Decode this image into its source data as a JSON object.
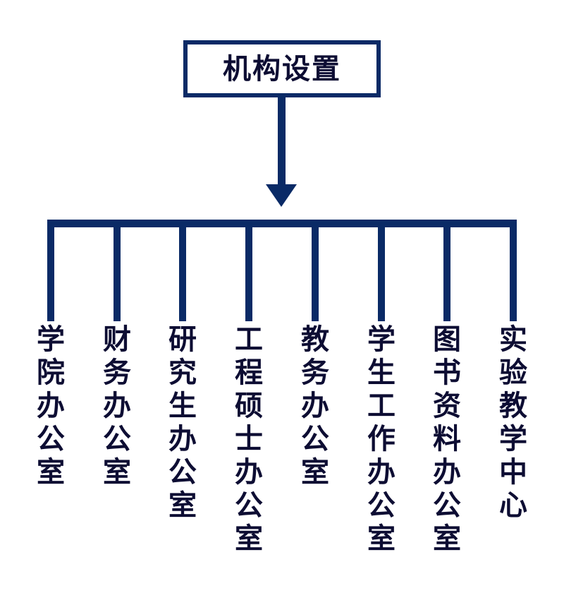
{
  "diagram": {
    "type": "organizational-chart",
    "orientation": "top-down",
    "accent_color": "#0a2a66",
    "text_color": "#0d0d33",
    "background_color": "#ffffff",
    "root": {
      "label": "机构设置"
    },
    "connector": {
      "arrow_direction": "down",
      "bus_style": "horizontal-bracket"
    },
    "children": [
      {
        "label": "学院办公室",
        "chars": [
          "学",
          "院",
          "办",
          "公",
          "室"
        ]
      },
      {
        "label": "财务办公室",
        "chars": [
          "财",
          "务",
          "办",
          "公",
          "室"
        ]
      },
      {
        "label": "研究生办公室",
        "chars": [
          "研",
          "究",
          "生",
          "办",
          "公",
          "室"
        ]
      },
      {
        "label": "工程硕士办公室",
        "chars": [
          "工",
          "程",
          "硕",
          "士",
          "办",
          "公",
          "室"
        ]
      },
      {
        "label": "教务办公室",
        "chars": [
          "教",
          "务",
          "办",
          "公",
          "室"
        ]
      },
      {
        "label": "学生工作办公室",
        "chars": [
          "学",
          "生",
          "工",
          "作",
          "办",
          "公",
          "室"
        ]
      },
      {
        "label": "图书资料办公室",
        "chars": [
          "图",
          "书",
          "资",
          "料",
          "办",
          "公",
          "室"
        ]
      },
      {
        "label": "实验教学中心",
        "chars": [
          "实",
          "验",
          "教",
          "学",
          "中",
          "心"
        ]
      }
    ]
  }
}
